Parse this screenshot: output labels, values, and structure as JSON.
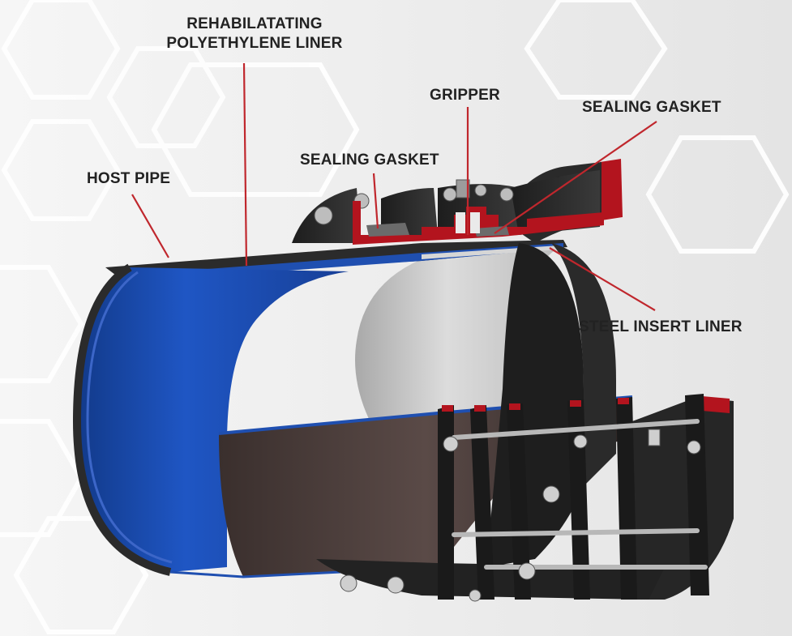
{
  "labels": {
    "liner_line1": "REHABILATATING",
    "liner_line2": "POLYETHYLENE LINER",
    "host_pipe": "HOST PIPE",
    "gripper": "GRIPPER",
    "sealing_gasket_left": "SEALING GASKET",
    "sealing_gasket_right": "SEALING GASKET",
    "steel_insert_liner": "STEEL INSERT LINER"
  },
  "colors": {
    "background": "#ececec",
    "leader_line": "#c0272d",
    "pipe_dark": "#2a2a2a",
    "liner_blue": "#1f4fb0",
    "flange_red": "#b3141e",
    "steel_grey": "#cfcfcf"
  }
}
